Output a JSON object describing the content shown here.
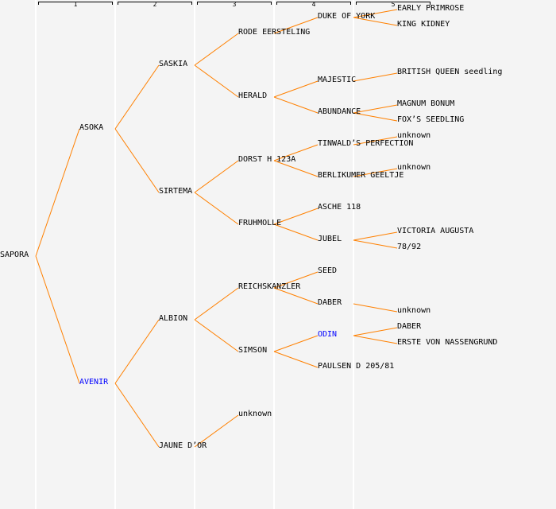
{
  "columns": [
    "1",
    "2",
    "3",
    "4",
    "5"
  ],
  "colors": {
    "line": "#ff8000",
    "text": "#000000",
    "highlight": "#0000ff"
  },
  "tree": {
    "name": "SAPORA",
    "parents": [
      {
        "name": "ASOKA",
        "parents": [
          {
            "name": "SASKIA",
            "parents": [
              {
                "name": "RODE EERSTELING",
                "parents": [
                  {
                    "name": "DUKE OF YORK",
                    "parents": [
                      {
                        "name": "EARLY PRIMROSE"
                      },
                      {
                        "name": "KING KIDNEY"
                      }
                    ]
                  },
                  null
                ]
              },
              {
                "name": "HERALD",
                "parents": [
                  {
                    "name": "MAJESTIC",
                    "parents": [
                      {
                        "name": "BRITISH QUEEN seedling"
                      },
                      null
                    ]
                  },
                  {
                    "name": "ABUNDANCE",
                    "parents": [
                      {
                        "name": "MAGNUM BONUM"
                      },
                      {
                        "name": "FOX’S SEEDLING"
                      }
                    ]
                  }
                ]
              }
            ]
          },
          {
            "name": "SIRTEMA",
            "parents": [
              {
                "name": "DORST H 123A",
                "parents": [
                  {
                    "name": "TINWALD’S PERFECTION",
                    "parents": [
                      {
                        "name": "unknown"
                      },
                      null
                    ]
                  },
                  {
                    "name": "BERLIKUMER GEELTJE",
                    "parents": [
                      {
                        "name": "unknown"
                      },
                      null
                    ]
                  }
                ]
              },
              {
                "name": "FRUHMOLLE",
                "parents": [
                  {
                    "name": "ASCHE 118"
                  },
                  {
                    "name": "JUBEL",
                    "parents": [
                      {
                        "name": "VICTORIA AUGUSTA"
                      },
                      {
                        "name": "78/92"
                      }
                    ]
                  }
                ]
              }
            ]
          }
        ]
      },
      {
        "name": "AVENIR",
        "highlight": true,
        "parents": [
          {
            "name": "ALBION",
            "parents": [
              {
                "name": "REICHSKANZLER",
                "parents": [
                  {
                    "name": "SEED"
                  },
                  {
                    "name": "DABER",
                    "parents": [
                      null,
                      {
                        "name": "unknown"
                      }
                    ]
                  }
                ]
              },
              {
                "name": "SIMSON",
                "parents": [
                  {
                    "name": "ODIN",
                    "highlight": true,
                    "parents": [
                      {
                        "name": "DABER"
                      },
                      {
                        "name": "ERSTE VON NASSENGRUND"
                      }
                    ]
                  },
                  {
                    "name": "PAULSEN D 205/81"
                  }
                ]
              }
            ]
          },
          {
            "name": "JAUNE D’OR",
            "parents": [
              {
                "name": "unknown"
              },
              null
            ]
          }
        ]
      }
    ]
  }
}
